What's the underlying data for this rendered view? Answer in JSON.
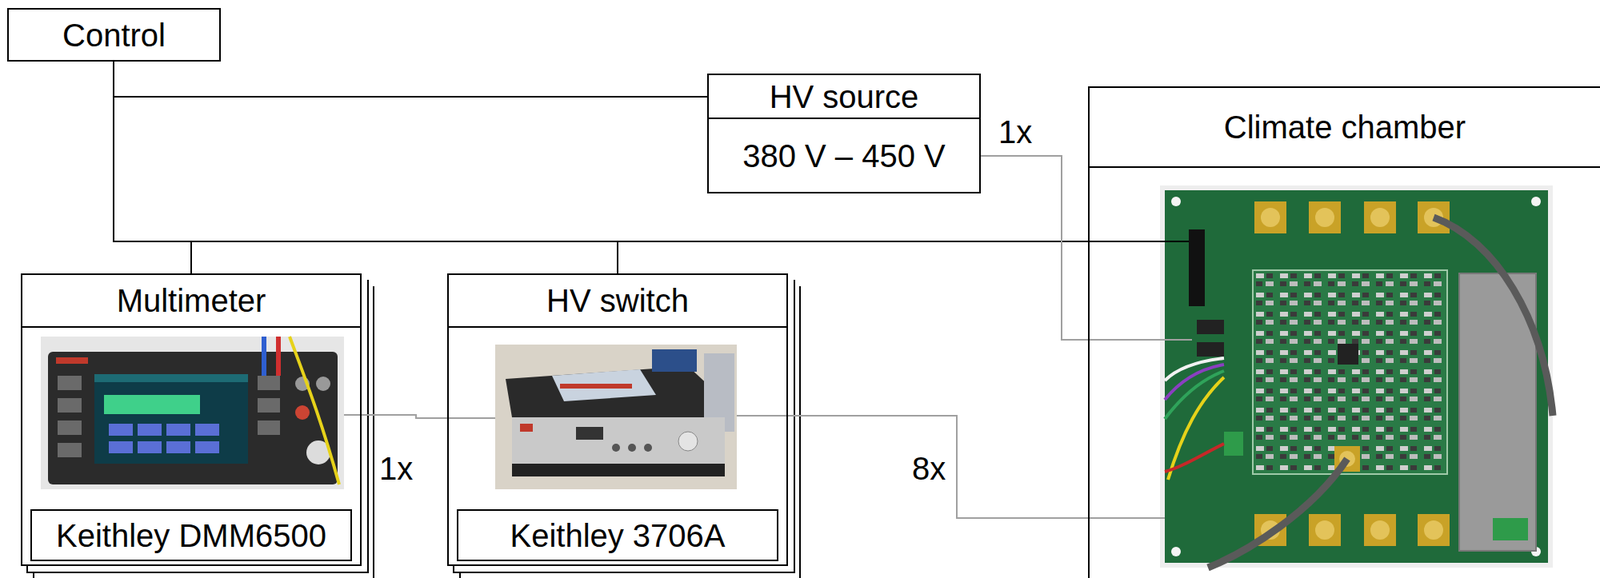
{
  "diagram": {
    "nodes": [
      {
        "text": [
          "Control"
        ]
      },
      {
        "text": [
          "HV source",
          "380 V – 450 V"
        ]
      },
      {
        "text": [
          "Climate chamber"
        ]
      },
      {
        "text": [
          "Multimeter",
          "Keithley DMM6500"
        ]
      },
      {
        "text": [
          "HV switch",
          "Keithley 3706A"
        ]
      }
    ],
    "edges": [
      {
        "from": 0,
        "to": 1,
        "arrow": "none"
      },
      {
        "from": 0,
        "to": 3,
        "arrow": "none"
      },
      {
        "from": 0,
        "to": 4,
        "arrow": "none"
      },
      {
        "from": 0,
        "to": 2,
        "arrow": "none"
      },
      {
        "from": 1,
        "to": 2,
        "arrow": "none",
        "label": "1x"
      },
      {
        "from": 3,
        "to": 4,
        "arrow": "none",
        "label": "1x"
      },
      {
        "from": 4,
        "to": 2,
        "arrow": "none",
        "label": "8x"
      }
    ]
  }
}
